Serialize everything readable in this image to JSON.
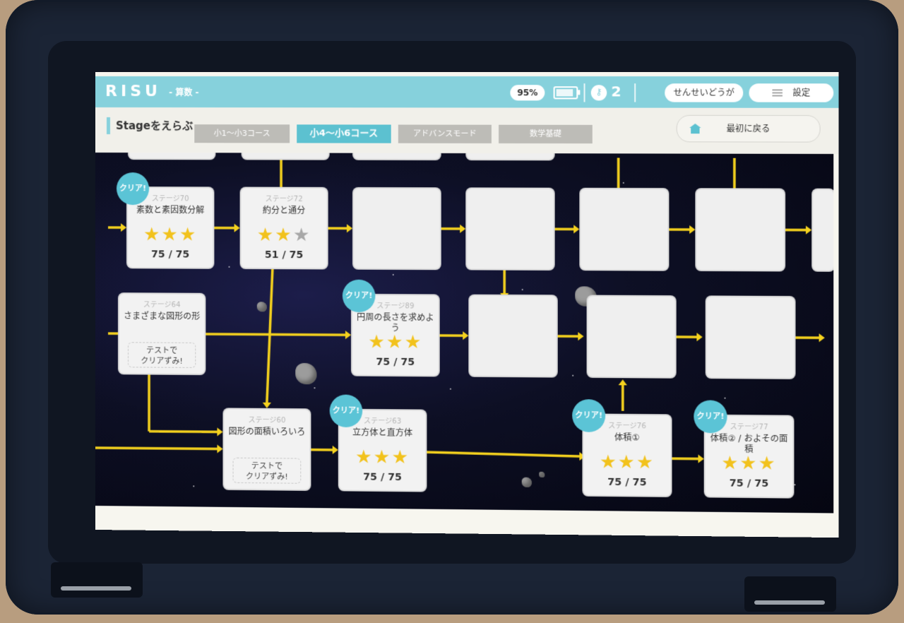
{
  "app": {
    "logo": "RISU",
    "subject": "- 算数 -"
  },
  "status": {
    "battery_percent": "95%",
    "keys": "2"
  },
  "header_buttons": {
    "teacher_video": "せんせいどうが",
    "settings": "設定"
  },
  "stage_select": {
    "title": "Stageをえらぶ",
    "tabs": [
      {
        "label": "小1〜小3コース",
        "active": false
      },
      {
        "label": "小4〜小6コース",
        "active": true
      },
      {
        "label": "アドバンスモード",
        "active": false
      },
      {
        "label": "数学基礎",
        "active": false
      }
    ],
    "back_button": "最初に戻る"
  },
  "cleared_badge": "クリア!",
  "stages": [
    {
      "number": "ステージ70",
      "name": "素数と素因数分解",
      "stars": "★★★",
      "empty_stars": "",
      "score": "75 / 75",
      "cleared": true
    },
    {
      "number": "ステージ72",
      "name": "約分と通分",
      "stars": "★★",
      "empty_stars": "★",
      "score": "51 / 75",
      "cleared": false
    },
    {
      "number": "ステージ64",
      "name": "さまざまな図形の形",
      "test": "テストで\nクリアずみ!",
      "cleared": false
    },
    {
      "number": "ステージ89",
      "name": "円周の長さを求めよう",
      "stars": "★★★",
      "empty_stars": "",
      "score": "75 / 75",
      "cleared": true
    },
    {
      "number": "ステージ60",
      "name": "図形の面積いろいろ",
      "test": "テストで\nクリアずみ!",
      "cleared": false
    },
    {
      "number": "ステージ63",
      "name": "立方体と直方体",
      "stars": "★★★",
      "empty_stars": "",
      "score": "75 / 75",
      "cleared": true
    },
    {
      "number": "ステージ76",
      "name": "体積①",
      "stars": "★★★",
      "empty_stars": "",
      "score": "75 / 75",
      "cleared": true
    },
    {
      "number": "ステージ77",
      "name": "体積② / およその面積",
      "stars": "★★★",
      "empty_stars": "",
      "score": "75 / 75",
      "cleared": true
    }
  ],
  "colors": {
    "accent": "#86d1dc",
    "badge": "#5bc4d6",
    "star": "#f2c21c",
    "path": "#f5d21e",
    "space": "#0d0f24"
  },
  "icons": {
    "key": "key-icon",
    "battery": "battery-icon",
    "menu": "menu-icon",
    "home": "home-icon"
  }
}
